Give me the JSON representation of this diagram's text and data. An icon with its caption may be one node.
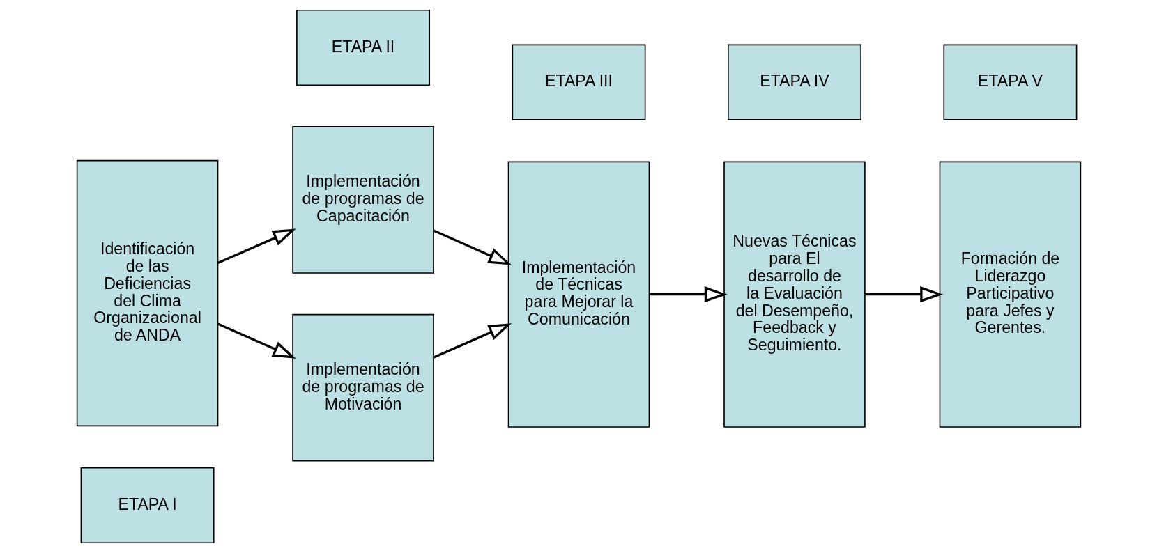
{
  "diagram": {
    "nodes": [
      {
        "text": [
          "ETAPA I"
        ]
      },
      {
        "text": [
          "ETAPA II"
        ]
      },
      {
        "text": [
          "ETAPA III"
        ]
      },
      {
        "text": [
          "ETAPA IV"
        ]
      },
      {
        "text": [
          "ETAPA V"
        ]
      },
      {
        "text": [
          "Identificación de las Deficiencias del Clima Organizacional de ANDA"
        ]
      },
      {
        "text": [
          "Implementación de programas de Capacitación"
        ]
      },
      {
        "text": [
          "Implementación de programas de Motivación"
        ]
      },
      {
        "text": [
          "Implementación de Técnicas para Mejorar la Comunicación"
        ]
      },
      {
        "text": [
          "Nuevas Técnicas para El desarrollo de la Evaluación del Desempeño, Feedback y Seguimiento."
        ]
      },
      {
        "text": [
          "Formación de Liderazgo Participativo para Jefes y Gerentes."
        ]
      }
    ],
    "edges": [
      {
        "from": 5,
        "to": 6,
        "arrow": "to"
      },
      {
        "from": 5,
        "to": 7,
        "arrow": "to"
      },
      {
        "from": 6,
        "to": 8,
        "arrow": "to"
      },
      {
        "from": 7,
        "to": 8,
        "arrow": "to"
      },
      {
        "from": 8,
        "to": 9,
        "arrow": "to"
      },
      {
        "from": 9,
        "to": 10,
        "arrow": "to"
      }
    ]
  }
}
